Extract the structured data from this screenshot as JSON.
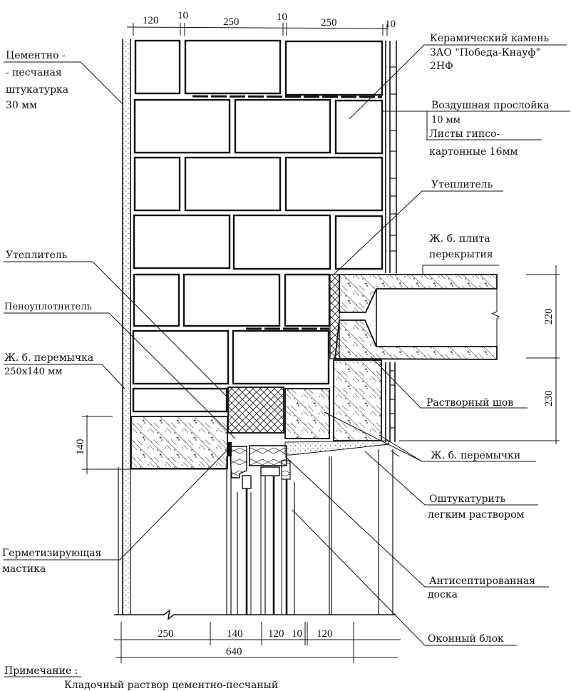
{
  "title": "Узел сопряжения наружной стены с перекрытием и оконным проёмом",
  "dimensions_top": [
    "120",
    "10",
    "250",
    "10",
    "250",
    "10"
  ],
  "dimensions_bottom": [
    "250",
    "140",
    "120",
    "10",
    "120"
  ],
  "dimension_bottom_total": "640",
  "dimensions_right": [
    "220",
    "230"
  ],
  "dimension_left": "140",
  "labels": {
    "ceramic_stone": [
      "Керамический камень",
      "ЗАО \"Победа-Кнауф\"",
      "2НФ"
    ],
    "air_gap": [
      "Воздушная прослойка",
      "10 мм"
    ],
    "gypsum_boards": [
      "Листы гипсо-",
      "картонные  16мм"
    ],
    "insulation_right": "Утеплитель",
    "floor_slab": [
      "Ж. б. плита",
      "перекрытия"
    ],
    "mortar_joint": "Растворный шов",
    "lintels_right": "Ж. б. перемычки",
    "plaster_light": [
      "Оштукатурить",
      "легким раствором"
    ],
    "antiseptic_board": [
      "Антисептированная",
      "доска"
    ],
    "window_block": "Оконный блок",
    "cement_plaster": [
      "Цементно -",
      "- песчаная",
      "штукатурка",
      "30 мм"
    ],
    "insulation_left": "Утеплитель",
    "foam_sealant": "Пеноуплотнитель",
    "lintel_left": [
      "Ж. б. перемычка",
      "250x140 мм"
    ],
    "sealing_mastic": [
      "Герметизирующая",
      "мастика"
    ]
  },
  "note": {
    "heading": "Примечание :",
    "text": "Кладочный раствор цементно-песчаный"
  }
}
